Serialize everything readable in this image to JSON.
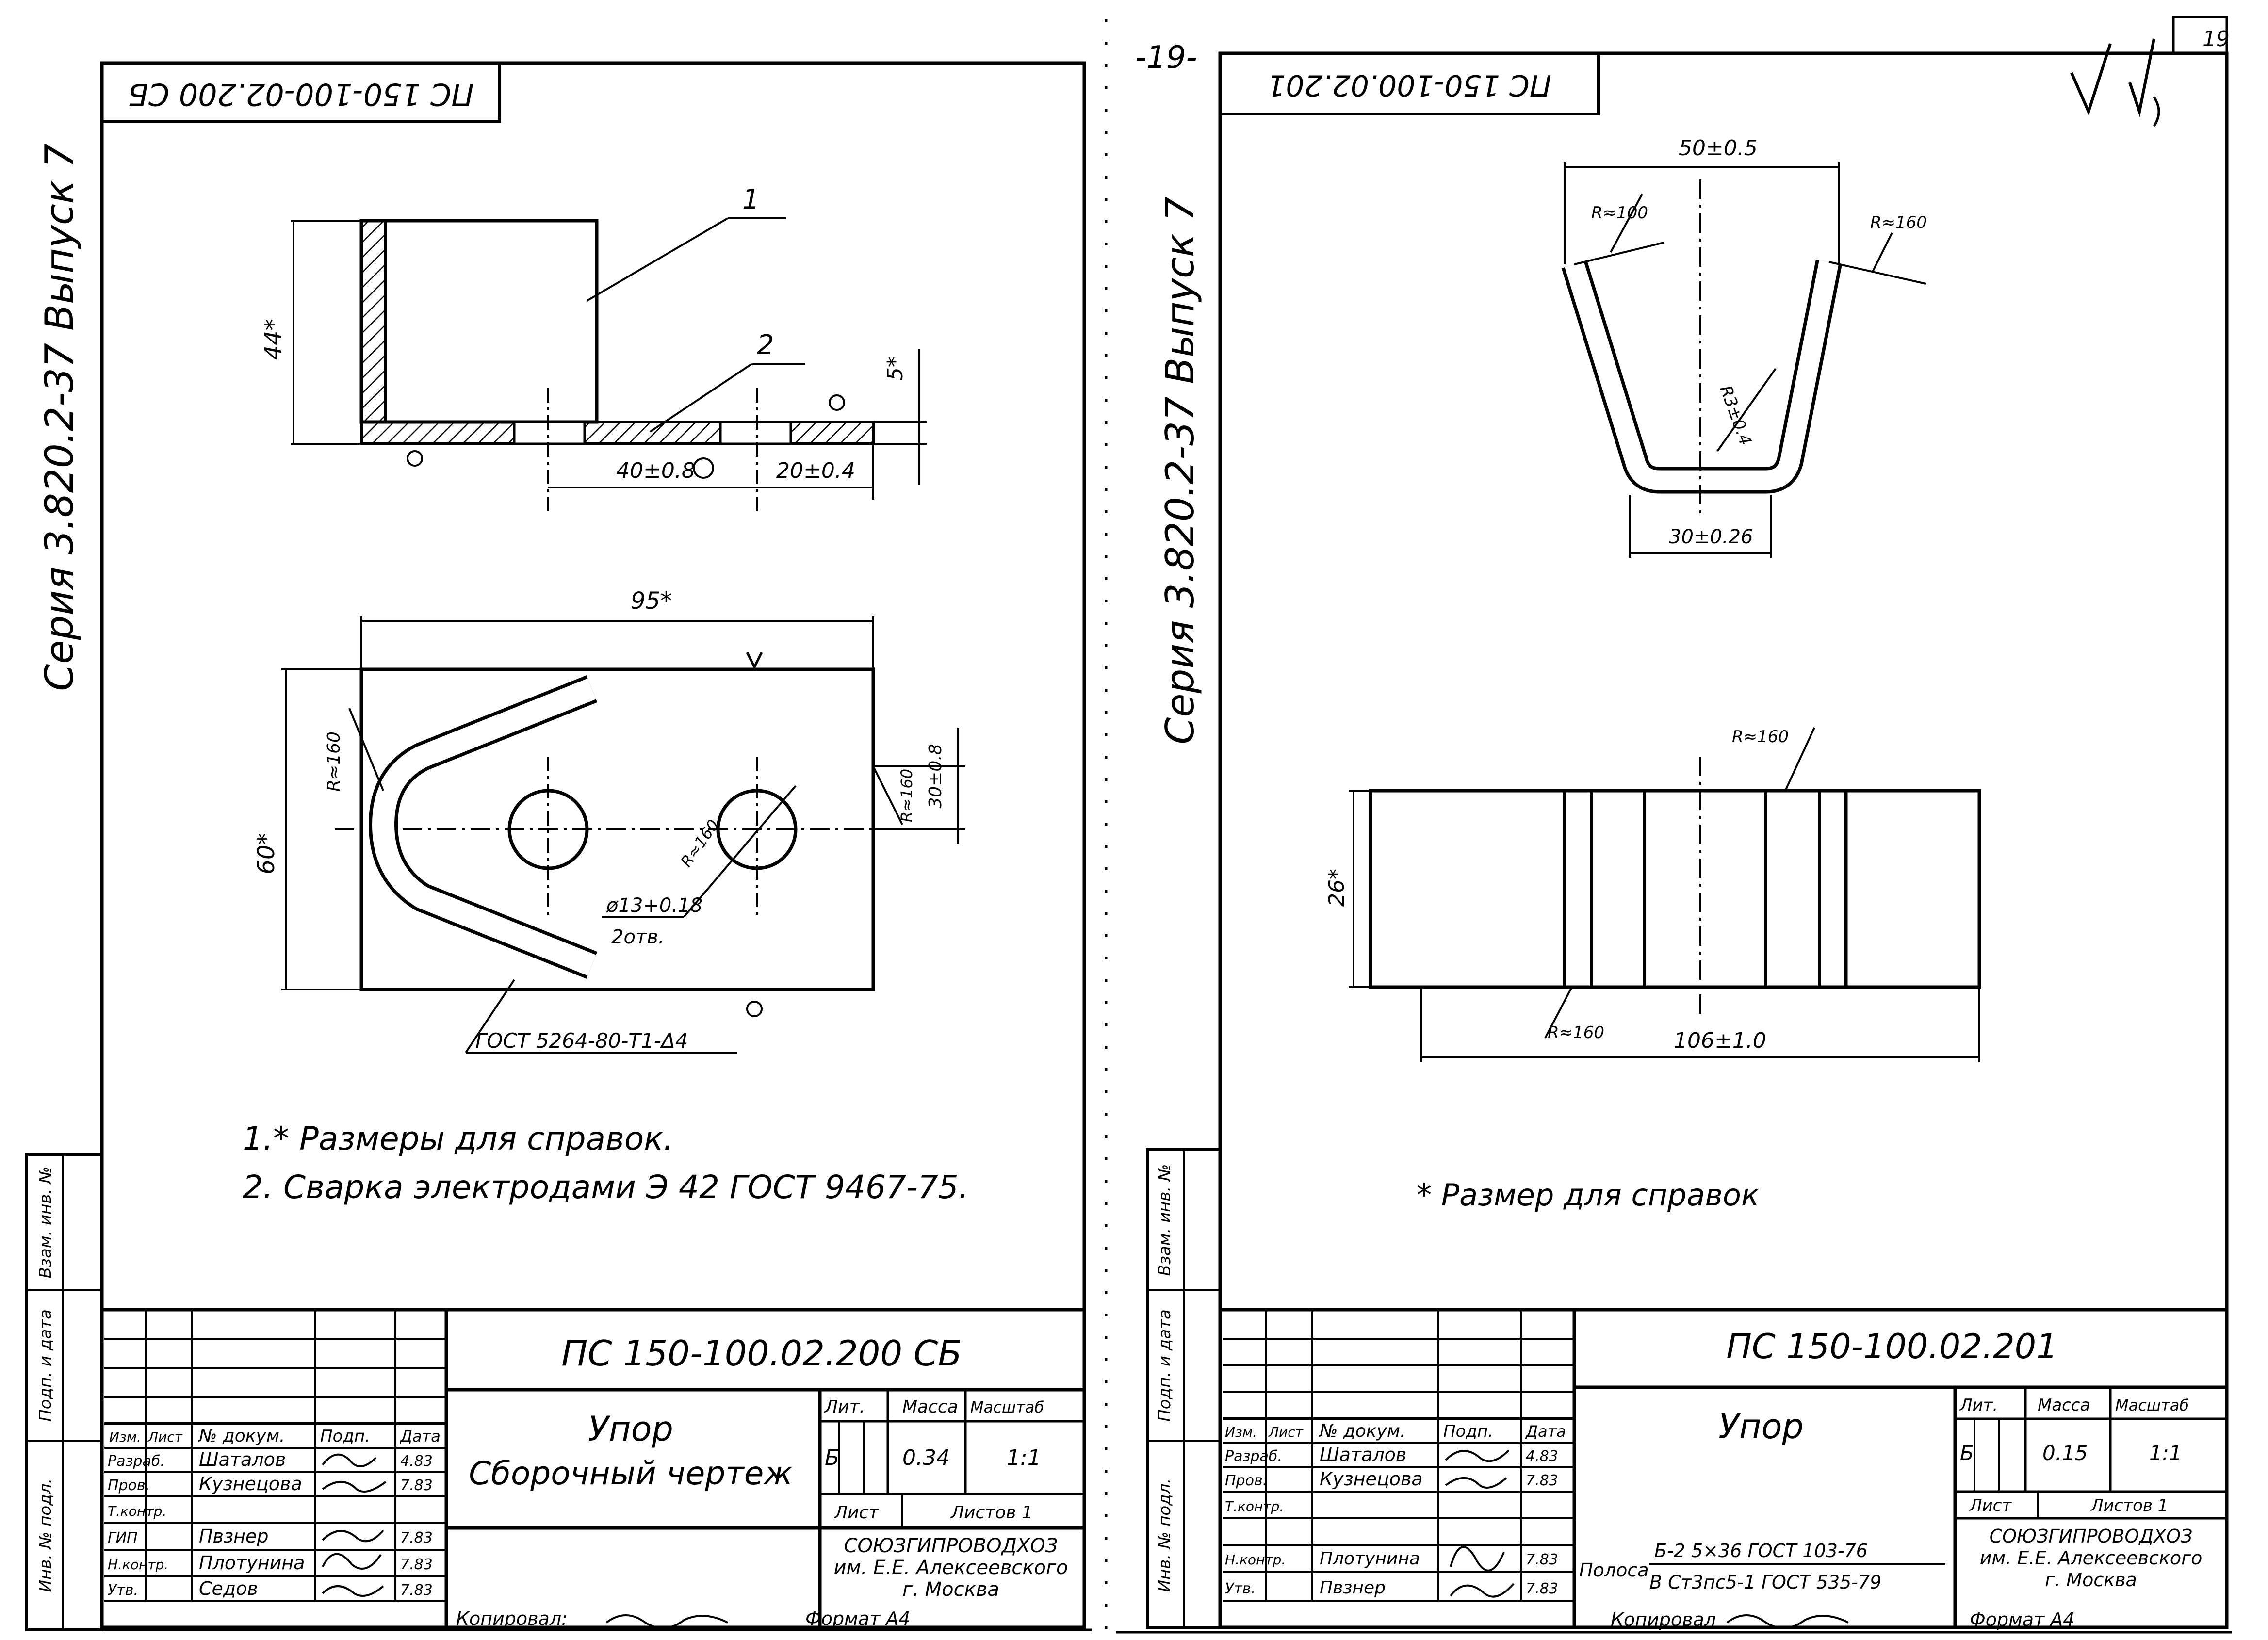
{
  "left_sheet": {
    "top_stamp": "ПС 150-100-02.200 СБ",
    "series_label": "Серия 3.820.2-37   Выпуск 7",
    "views": {
      "leader_1": "1",
      "leader_2": "2",
      "height_dim": "44*",
      "weld_height": "5*",
      "dim_40": "40±0.8",
      "dim_20": "20±0.4",
      "width_dim": "95*",
      "height_60": "60*",
      "radius_left": "R≈160",
      "radius_right": "R≈160",
      "dim_30": "30±0.8",
      "radius_hole": "R≈160",
      "hole_dia": "ø13+0.18",
      "holes_count": "2отв.",
      "weld_symbol": "ГОСТ 5264-80-Т1-Δ4"
    },
    "notes": [
      "1.* Размеры для справок.",
      "2.  Сварка электродами Э 42  ГОСТ 9467-75."
    ],
    "side_stamp": [
      "Взам. инв. №",
      "Подп. и дата",
      "Инв. № подл."
    ],
    "title_block": {
      "designation": "ПС 150-100.02.200 СБ",
      "name_line1": "Упор",
      "name_line2": "Сборочный чертеж",
      "col_headers": [
        "Изм.",
        "Лист",
        "№ докум.",
        "Подп.",
        "Дата"
      ],
      "roles": [
        "Разраб.",
        "Пров.",
        "Т.контр.",
        "ГИП",
        "Н.контр.",
        "Утв."
      ],
      "names": [
        "Шаталов",
        "Кузнецова",
        "",
        "Пвзнер",
        "Плотунина",
        "Седов"
      ],
      "dates": [
        "4.83",
        "7.83",
        "",
        "7.83",
        "7.83",
        "7.83"
      ],
      "lit_label": "Лит.",
      "mass_label": "Масса",
      "scale_label": "Масштаб",
      "lit_value": "Б",
      "mass_value": "0.34",
      "scale_value": "1:1",
      "sheet_label": "Лист",
      "sheets_label": "Листов 1",
      "org_line1": "СОЮЗГИПРОВОДХОЗ",
      "org_line2": "им. Е.Е. Алексеевского",
      "org_line3": "г. Москва",
      "copied": "Копировал:",
      "format": "Формат А4"
    }
  },
  "right_sheet": {
    "page_number": "-19-",
    "corner_number": "19",
    "top_stamp": "ПС 150-100.02.201",
    "series_label": "Серия 3.820.2-37   Выпуск 7",
    "roughness": "√ (√)",
    "views": {
      "dim_50": "50±0.5",
      "r_left": "R≈100",
      "r_right": "R≈160",
      "r_inner": "R3±0.4",
      "dim_30": "30±0.26",
      "r_top": "R≈160",
      "height_dim": "26*",
      "r_bottom": "R≈160",
      "length_dim": "106±1.0"
    },
    "note": "* Размер для справок",
    "side_stamp": [
      "Взам. инв. №",
      "Подп. и дата",
      "Инв. № подл."
    ],
    "title_block": {
      "designation": "ПС 150-100.02.201",
      "name_line1": "Упор",
      "col_headers": [
        "Изм.",
        "Лист",
        "№ докум.",
        "Подп.",
        "Дата"
      ],
      "roles": [
        "Разраб.",
        "Пров.",
        "Т.контр.",
        "",
        "Н.контр.",
        "Утв."
      ],
      "names": [
        "Шаталов",
        "Кузнецова",
        "",
        "",
        "Плотунина",
        "Пвзнер"
      ],
      "dates": [
        "4.83",
        "7.83",
        "",
        "",
        "7.83",
        "7.83"
      ],
      "material_prefix": "Полоса",
      "material_top": "Б-2 5×36 ГОСТ 103-76",
      "material_bottom": "В Ст3пс5-1 ГОСТ 535-79",
      "lit_label": "Лит.",
      "mass_label": "Масса",
      "scale_label": "Масштаб",
      "lit_value": "Б",
      "mass_value": "0.15",
      "scale_value": "1:1",
      "sheet_label": "Лист",
      "sheets_label": "Листов 1",
      "org_line1": "СОЮЗГИПРОВОДХОЗ",
      "org_line2": "им. Е.Е. Алексеевского",
      "org_line3": "г. Москва",
      "copied": "Копировал",
      "format": "Формат А4"
    }
  }
}
